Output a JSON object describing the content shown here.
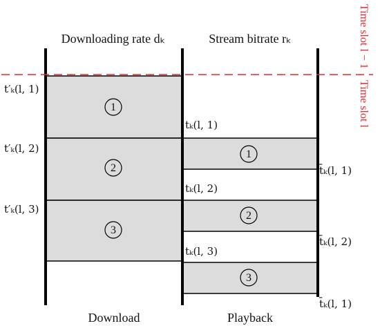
{
  "headers": {
    "download_rate": "Downloading rate dₖ",
    "stream_bitrate": "Stream bitrate rₖ"
  },
  "footers": {
    "download": "Download",
    "playback": "Playback"
  },
  "time_slots": {
    "previous": "Time slot l − 1",
    "current": "Time slot l"
  },
  "left_labels": [
    "t′ₖ(l, 1)",
    "t′ₖ(l, 2)",
    "t′ₖ(l, 3)"
  ],
  "mid_labels": [
    "tₖ(l, 1)",
    "tₖ(l, 2)",
    "tₖ(l, 3)"
  ],
  "right_labels": [
    "t̄ₖ(l, 1)",
    "t̄ₖ(l, 2)",
    "t̄ₖ(l, 1)"
  ],
  "download_segments": [
    "1",
    "2",
    "3"
  ],
  "playback_segments": [
    "1",
    "2",
    "3"
  ],
  "colors": {
    "segment_fill": "#dcdcdc",
    "axis": "#000000",
    "slot_boundary": "#e8272b"
  }
}
